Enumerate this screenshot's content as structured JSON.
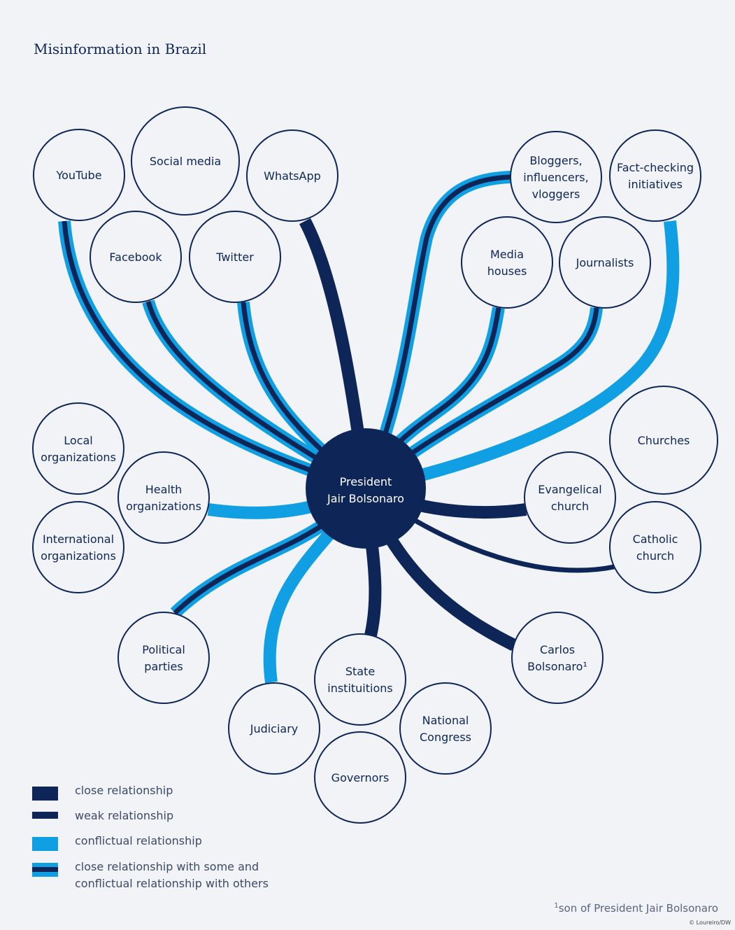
{
  "title": "Misinformation in Brazil",
  "colors": {
    "dark": "#0e2657",
    "light": "#0f9fe2",
    "background": "#f1f3f7"
  },
  "center": {
    "line1": "President",
    "line2": "Jair Bolsonaro"
  },
  "nodes": [
    {
      "id": "youtube",
      "lines": [
        "YouTube"
      ]
    },
    {
      "id": "social-media",
      "lines": [
        "Social media"
      ]
    },
    {
      "id": "whatsapp",
      "lines": [
        "WhatsApp"
      ]
    },
    {
      "id": "facebook",
      "lines": [
        "Facebook"
      ]
    },
    {
      "id": "twitter",
      "lines": [
        "Twitter"
      ]
    },
    {
      "id": "bloggers",
      "lines": [
        "Bloggers,",
        "influencers,",
        "vloggers"
      ]
    },
    {
      "id": "fact-checking",
      "lines": [
        "Fact-checking",
        "initiatives"
      ]
    },
    {
      "id": "media-houses",
      "lines": [
        "Media",
        "houses"
      ]
    },
    {
      "id": "journalists",
      "lines": [
        "Journalists"
      ]
    },
    {
      "id": "churches",
      "lines": [
        "Churches"
      ]
    },
    {
      "id": "evangelical-church",
      "lines": [
        "Evangelical",
        "church"
      ]
    },
    {
      "id": "catholic-church",
      "lines": [
        "Catholic",
        "church"
      ]
    },
    {
      "id": "local-organizations",
      "lines": [
        "Local",
        "organizations"
      ]
    },
    {
      "id": "health-organizations",
      "lines": [
        "Health",
        "organizations"
      ]
    },
    {
      "id": "international-organizations",
      "lines": [
        "International",
        "organizations"
      ]
    },
    {
      "id": "political-parties",
      "lines": [
        "Political",
        "parties"
      ]
    },
    {
      "id": "carlos-bolsonaro",
      "lines": [
        "Carlos",
        "Bolsonaro¹"
      ]
    },
    {
      "id": "state-institutions",
      "lines": [
        "State",
        "instituitions"
      ]
    },
    {
      "id": "judiciary",
      "lines": [
        "Judiciary"
      ]
    },
    {
      "id": "national-congress",
      "lines": [
        "National",
        "Congress"
      ]
    },
    {
      "id": "governors",
      "lines": [
        "Governors"
      ]
    }
  ],
  "relationships": [
    {
      "to": "youtube",
      "type": "mixed"
    },
    {
      "to": "facebook",
      "type": "mixed"
    },
    {
      "to": "twitter",
      "type": "mixed"
    },
    {
      "to": "whatsapp",
      "type": "close"
    },
    {
      "to": "bloggers",
      "type": "mixed"
    },
    {
      "to": "media-houses",
      "type": "mixed"
    },
    {
      "to": "journalists",
      "type": "mixed"
    },
    {
      "to": "fact-checking",
      "type": "conflictual"
    },
    {
      "to": "evangelical-church",
      "type": "close"
    },
    {
      "to": "catholic-church",
      "type": "weak"
    },
    {
      "to": "health-organizations",
      "type": "conflictual"
    },
    {
      "to": "political-parties",
      "type": "mixed"
    },
    {
      "to": "judiciary",
      "type": "conflictual"
    },
    {
      "to": "state-institutions",
      "type": "close"
    },
    {
      "to": "carlos-bolsonaro",
      "type": "close"
    }
  ],
  "legend": [
    {
      "type": "close",
      "label": "close relationship"
    },
    {
      "type": "weak",
      "label": "weak relationship"
    },
    {
      "type": "conflictual",
      "label": "conflictual relationship"
    },
    {
      "type": "mixed",
      "label": "close relationship with some and",
      "label2": "conflictual relationship with others"
    }
  ],
  "footnote": {
    "marker": "1",
    "text": "son of President Jair Bolsonaro"
  },
  "credit": "© Loureiro/DW"
}
